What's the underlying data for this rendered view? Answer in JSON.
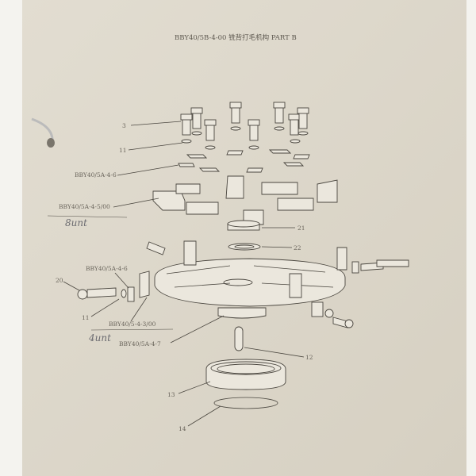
{
  "title": "BBY40/5B-4-00 铣背打毛机构 PART B",
  "labels": {
    "screw_3": "3",
    "washer_11_top": "11",
    "plate_top": "BBY40/5A-4-6",
    "knife_holder": "BBY40/5A-4-5/00",
    "nut_21": "21",
    "washer_22": "22",
    "plate_left": "BBY40/5A-4-6",
    "screw_20": "20",
    "washer_11_left": "11",
    "holder_left": "BBY40/5-4-3/00",
    "disc": "BBY40/5A-4-7",
    "key_12": "12",
    "bearing_13": "13",
    "ring_14": "14"
  },
  "handwritten": {
    "qty_top": "8unt",
    "qty_bottom": "4unt"
  }
}
